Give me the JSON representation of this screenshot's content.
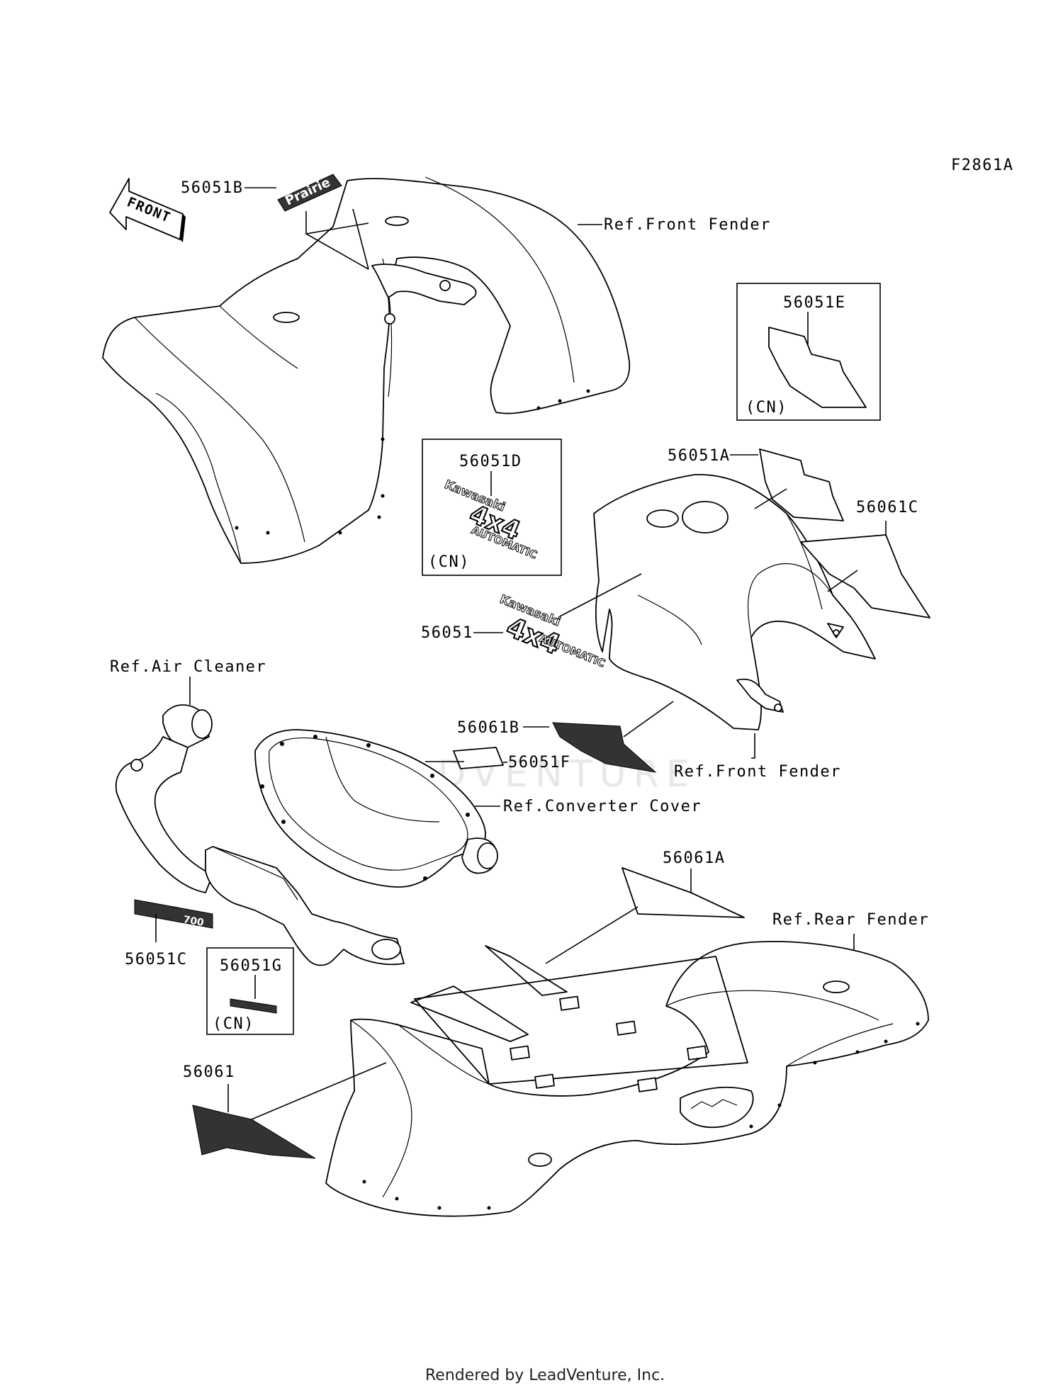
{
  "diagram_code": "F2861A",
  "front_arrow": "FRONT",
  "labels": {
    "p56051B": "56051B",
    "ref_front_fender_top": "Ref.Front Fender",
    "p56051E": "56051E",
    "cn_e": "(CN)",
    "p56051D": "56051D",
    "cn_d": "(CN)",
    "p56051A": "56051A",
    "p56061C": "56061C",
    "p56051": "56051",
    "ref_air_cleaner": "Ref.Air Cleaner",
    "p56061B": "56061B",
    "p56051F": "56051F",
    "ref_front_fender_mid": "Ref.Front Fender",
    "ref_converter_cover": "Ref.Converter Cover",
    "p56061A": "56061A",
    "ref_rear_fender": "Ref.Rear Fender",
    "p56051C": "56051C",
    "p56051G": "56051G",
    "cn_g": "(CN)",
    "p56061": "56061"
  },
  "decals": {
    "kawasaki": "Kawasaki",
    "fourx4": "4x4",
    "automatic": "AUTOMATIC",
    "prairie": "Prairie",
    "model": "700"
  },
  "watermark": "LEADVENTURE",
  "footer": "Rendered by LeadVenture, Inc."
}
